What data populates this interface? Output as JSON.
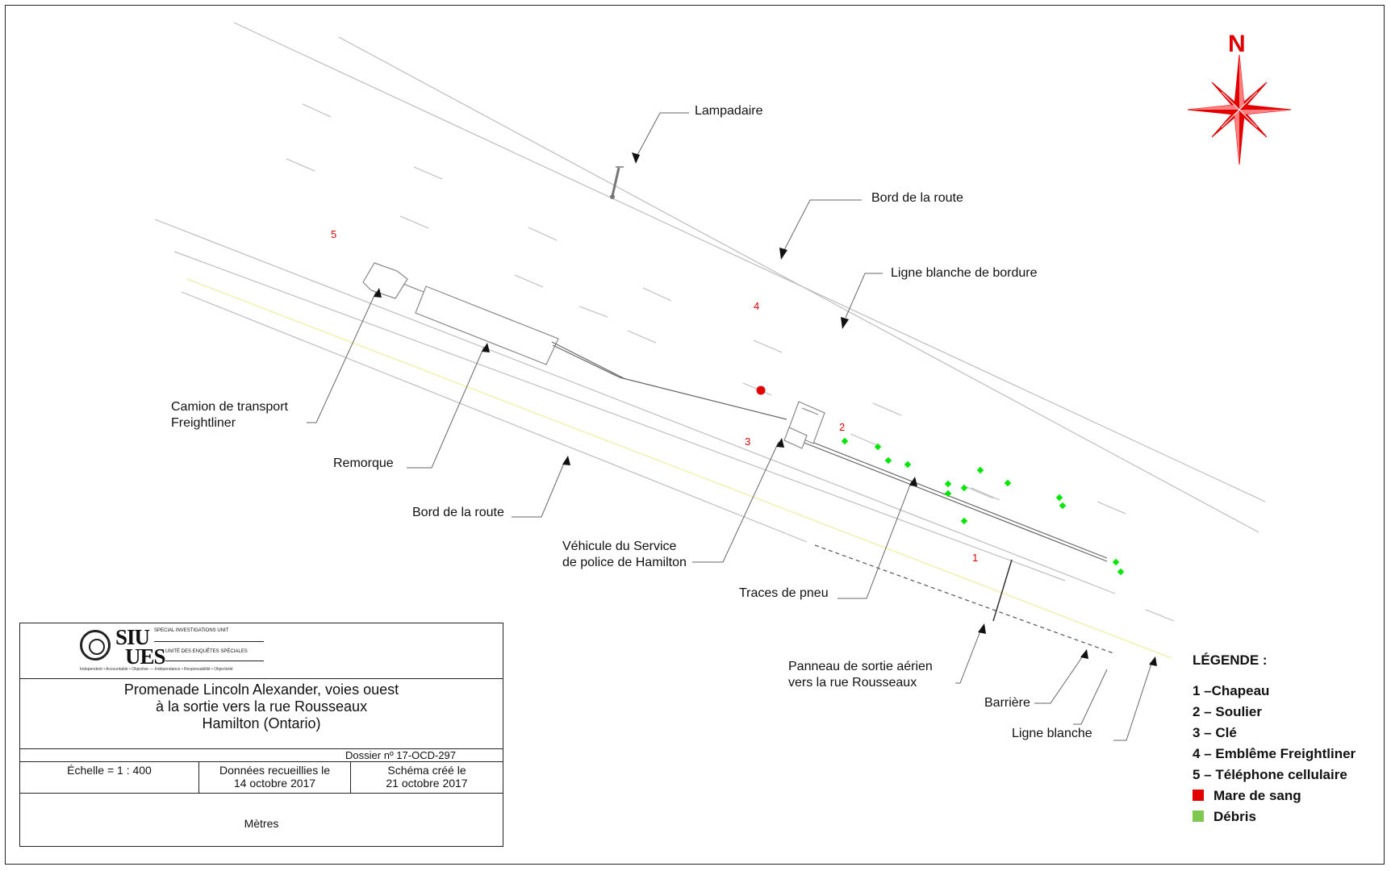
{
  "north": "N",
  "labels": {
    "lampadaire": "Lampadaire",
    "bord_route_top": "Bord de la route",
    "ligne_bordure": "Ligne blanche de bordure",
    "camion_l1": "Camion de transport",
    "camion_l2": "Freightliner",
    "remorque": "Remorque",
    "bord_route_bottom": "Bord de la route",
    "vehicule_l1": "Véhicule du Service",
    "vehicule_l2": "de police de Hamilton",
    "traces": "Traces de pneu",
    "panneau_l1": "Panneau de sortie aérien",
    "panneau_l2": "vers la rue Rousseaux",
    "barriere": "Barrière",
    "ligne_blanche": "Ligne blanche"
  },
  "evidence_numbers": [
    "1",
    "2",
    "3",
    "4",
    "5"
  ],
  "title_block": {
    "logo": {
      "siu": "SIU",
      "ues": "UES",
      "line_en": "SPECIAL INVESTIGATIONS UNIT",
      "line_fr": "UNITÉ DES ENQUÊTES SPÉCIALES",
      "tagline": "Independent • Accountable • Objective — Indépendance • Responsabilité • Objectivité"
    },
    "title_lines": [
      "Promenade Lincoln Alexander, voies ouest",
      "à la sortie vers la rue Rousseaux",
      "Hamilton (Ontario)"
    ],
    "dossier": "Dossier nº 17-OCD-297",
    "scale": "Échelle = 1 : 400",
    "collected_l1": "Données recueillies le",
    "collected_l2": "14 octobre 2017",
    "created_l1": "Schéma créé le",
    "created_l2": "21 octobre 2017",
    "units": "Mètres"
  },
  "legend": {
    "title": "LÉGENDE :",
    "items": [
      "1 –Chapeau",
      "2 – Soulier",
      "3 – Clé",
      "4 – Emblême Freightliner",
      "5 – Téléphone cellulaire"
    ],
    "blood": "Mare de sang",
    "debris": "Débris",
    "blood_color": "#e30000",
    "debris_color": "#7ec850"
  }
}
